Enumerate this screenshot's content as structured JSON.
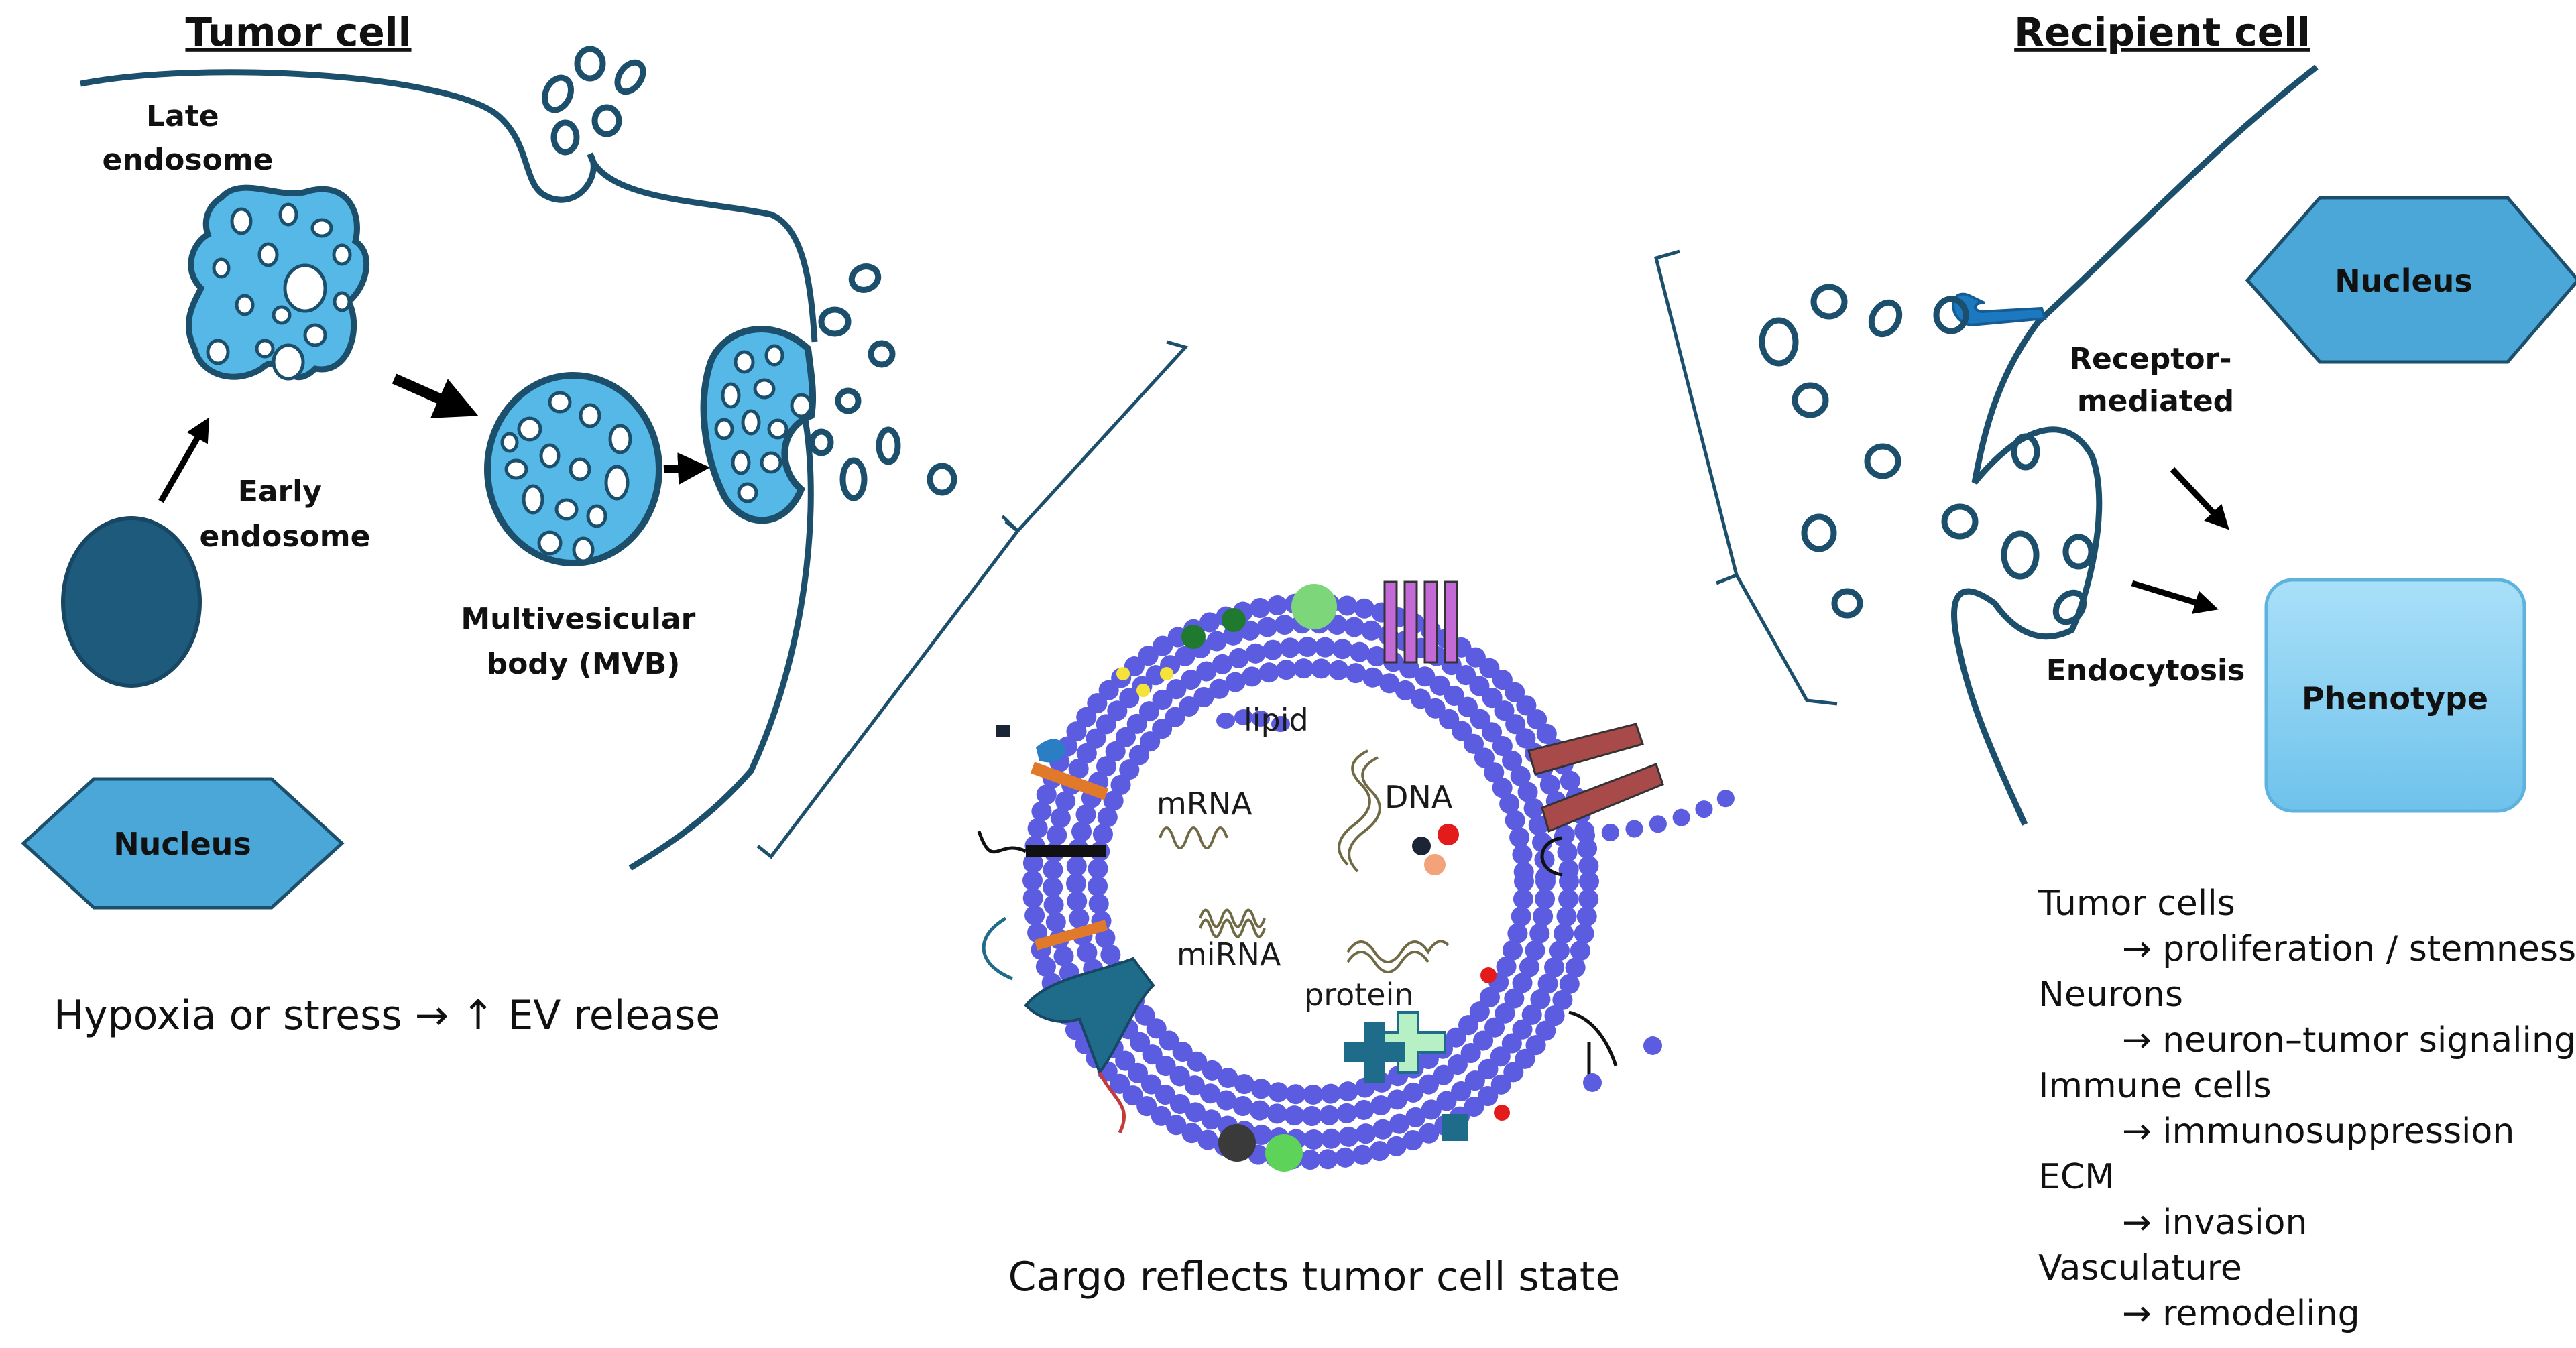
{
  "tumor_cell": {
    "title": "Tumor cell",
    "late_endosome": [
      "Late",
      "endosome"
    ],
    "early_endosome": [
      "Early",
      "endosome"
    ],
    "mvb": [
      "Multivesicular",
      "body (MVB)"
    ],
    "nucleus": "Nucleus",
    "caption": "Hypoxia or stress → ↑ EV release"
  },
  "ev": {
    "cargo": {
      "lipid": "lipid",
      "mrna": "mRNA",
      "dna": "DNA",
      "mirna": "miRNA",
      "protein": "protein"
    },
    "caption": "Cargo reflects tumor cell state"
  },
  "recipient_cell": {
    "title": "Recipient cell",
    "nucleus": "Nucleus",
    "receptor": [
      "Receptor-",
      "mediated"
    ],
    "endocytosis": "Endocytosis",
    "phenotype": "Phenotype",
    "effects": [
      {
        "target": "Tumor cells",
        "effect": "→ proliferation / stemness"
      },
      {
        "target": "Neurons",
        "effect": "→ neuron–tumor signaling"
      },
      {
        "target": "Immune cells",
        "effect": "→ immunosuppression"
      },
      {
        "target": "ECM",
        "effect": "→ invasion"
      },
      {
        "target": "Vasculature",
        "effect": "→ remodeling"
      }
    ]
  },
  "colors": {
    "membrane": "#1b4f6b",
    "vesicle_fill": "#55b8e6",
    "nucleus_fill": "#4aa7d8",
    "early_endosome": "#1d5a7c",
    "ev_bead": "#5b5ce0",
    "phenotype_fill": "#8fd3f5"
  }
}
